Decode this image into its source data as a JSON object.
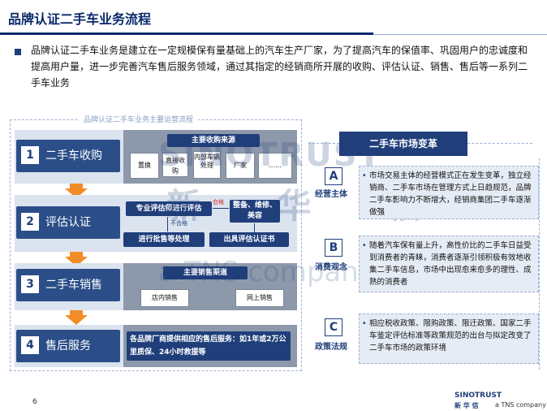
{
  "header": {
    "title": "品牌认证二手车业务流程"
  },
  "intro": {
    "text": "品牌认证二手车业务是建立在一定规模保有量基础上的汽车生产厂家，为了提高汽车的保值率、巩固用户的忠诚度和提高用户量，进一步完善汽车售后服务领域，通过其指定的经销商所开展的收购、评估认证、销售、售后等一系列二手车业务"
  },
  "process": {
    "frame_title": "品牌认证二手车业务主要运营流程",
    "stages": [
      {
        "num": "1",
        "label": "二手车收购"
      },
      {
        "num": "2",
        "label": "评估认证"
      },
      {
        "num": "3",
        "label": "二手车销售"
      },
      {
        "num": "4",
        "label": "售后服务"
      }
    ],
    "acquisition": {
      "heading": "主要收购来源",
      "sources": [
        "置换",
        "直接收购",
        "内部车辆处理",
        "厂家",
        "……"
      ]
    },
    "evaluation": {
      "assess": "专业评估师进行评估",
      "pass": "合格",
      "fail": "不合格",
      "repair": "整备、维修、美容",
      "wholesale": "进行批售等处理",
      "certificate": "出具评估认证书"
    },
    "sales": {
      "heading": "主要销售渠道",
      "channels": [
        "店内销售",
        "网上销售"
      ]
    },
    "service": {
      "text": "各品牌厂商提供相应的售后服务：如1年或2万公里质保、24小时救援等"
    }
  },
  "market": {
    "title": "二手车市场变革",
    "factors": [
      {
        "letter": "A",
        "name": "经营主体",
        "text": "市场交易主体的经营模式正在发生变革，独立经销商、二手车市场在管理方式上日趋规范，品牌二手车影响力不断增大，经销商集团二手车逐渐做强"
      },
      {
        "letter": "B",
        "name": "消费观念",
        "text": "随着汽车保有量上升，高性价比的二手车日益受到消费者的青睐，消费者逐渐引领积极有效地收集二手车信息，市场中出现愈来愈多的理性、成熟的消费者"
      },
      {
        "letter": "C",
        "name": "政策法规",
        "text": "相应税收政策、限购政策、限迁政策、国家二手车鉴定评估标准等政策规范的出台与拟定改变了二手车市场的政策环境"
      }
    ]
  },
  "watermark": {
    "brand": "SINOTRUST",
    "cn": "新 华 信",
    "tns": "a TNS company"
  },
  "footer": {
    "page": "6",
    "logo": "SINOTRUST",
    "cn": "新 华 信",
    "tns": "a TNS company"
  },
  "colors": {
    "navy": "#1f3e7a",
    "stage": "#2b4e88",
    "band": "#dbe3ef",
    "arrow": "#f28c28",
    "detail": "#8d99ab"
  }
}
